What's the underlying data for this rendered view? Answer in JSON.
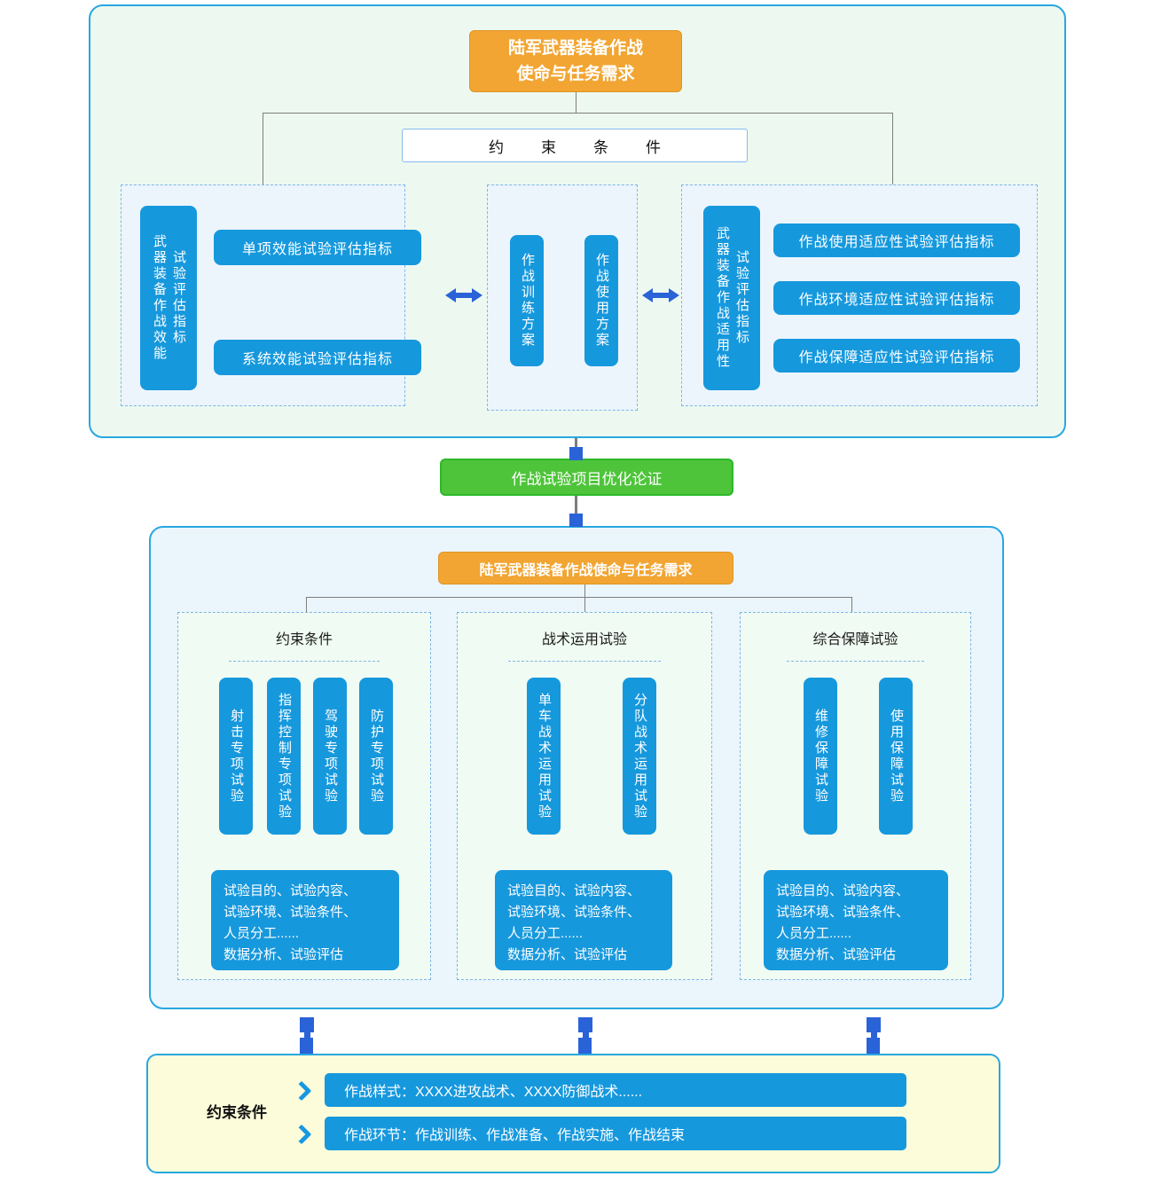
{
  "colors": {
    "accent_blue": "#1698dd",
    "deep_blue": "#2a62d8",
    "orange": "#f2a532",
    "green": "#4ec43a",
    "container_border": "#27a7e0",
    "top_bg": "#edf9f0",
    "mid_bg": "#ebf5fc",
    "bottom_bg": "#fcfcda"
  },
  "top_section": {
    "title_line1": "陆军武器装备作战",
    "title_line2": "使命与任务需求",
    "constraint_label": "约束条件",
    "effectiveness_panel": {
      "tag_col1": "武器装备作战效能",
      "tag_col2": "试验评估指标",
      "item1": "单项效能试验评估指标",
      "item2": "系统效能试验评估指标"
    },
    "plan_panel": {
      "bar1": "作战训练方案",
      "bar2": "作战使用方案"
    },
    "suitability_panel": {
      "tag_col1": "武器装备作战适用性",
      "tag_col2": "试验评估指标",
      "item1": "作战使用适应性试验评估指标",
      "item2": "作战环境适应性试验评估指标",
      "item3": "作战保障适应性试验评估指标"
    }
  },
  "optimize_box": {
    "label": "作战试验项目优化论证"
  },
  "middle_section": {
    "title": "陆军武器装备作战使命与任务需求",
    "panels": [
      {
        "header": "约束条件",
        "bar1": "射击专项试验",
        "bar2": "指挥控制专项试验",
        "bar3": "驾驶专项试验",
        "bar4": "防护专项试验",
        "desc": "试验目的、试验内容、\n试验环境、试验条件、\n人员分工......\n数据分析、试验评估"
      },
      {
        "header": "战术运用试验",
        "bar1": "单车战术运用试验",
        "bar2": "分队战术运用试验",
        "desc": "试验目的、试验内容、\n试验环境、试验条件、\n人员分工......\n数据分析、试验评估"
      },
      {
        "header": "综合保障试验",
        "bar1": "维修保障试验",
        "bar2": "使用保障试验",
        "desc": "试验目的、试验内容、\n试验环境、试验条件、\n人员分工......\n数据分析、试验评估"
      }
    ]
  },
  "bottom_section": {
    "label": "约束条件",
    "row1": "作战样式：XXXX进攻战术、XXXX防御战术......",
    "row2": "作战环节：作战训练、作战准备、作战实施、作战结束"
  }
}
